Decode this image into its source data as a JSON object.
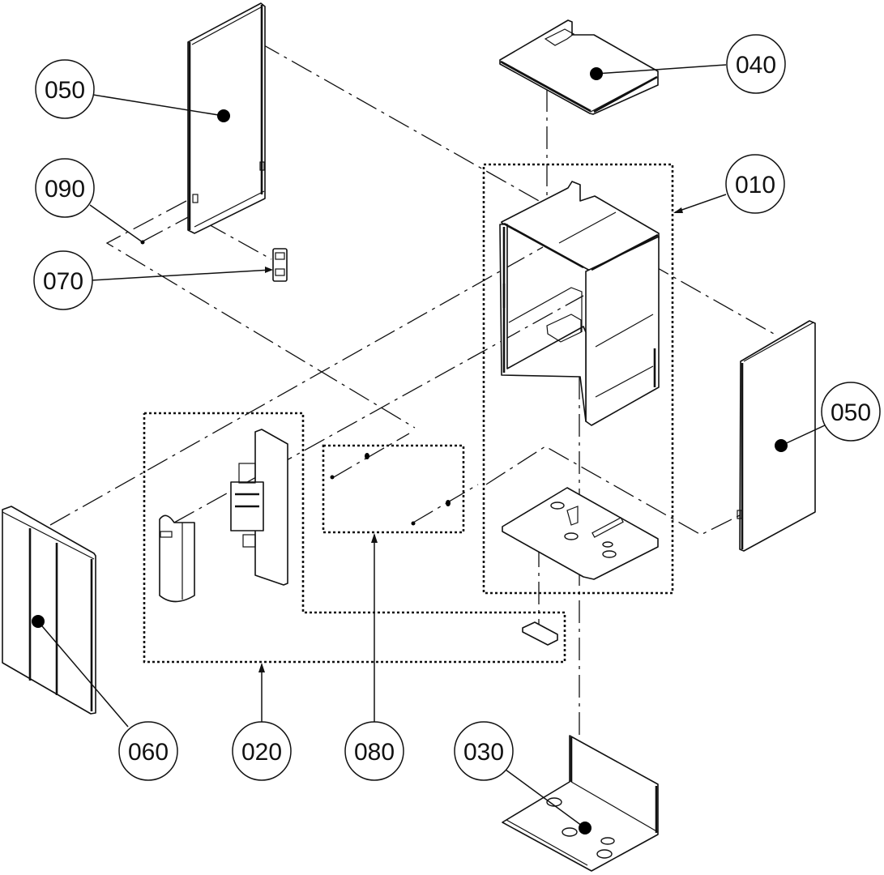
{
  "diagram": {
    "type": "exploded-parts-view",
    "callouts": [
      {
        "id": "c050a",
        "label": "050",
        "part": "side panel (left)"
      },
      {
        "id": "c090",
        "label": "090",
        "part": "screw"
      },
      {
        "id": "c070",
        "label": "070",
        "part": "clip"
      },
      {
        "id": "c040",
        "label": "040",
        "part": "top cover"
      },
      {
        "id": "c010",
        "label": "010",
        "part": "cabinet frame assembly"
      },
      {
        "id": "c050b",
        "label": "050",
        "part": "side panel (right)"
      },
      {
        "id": "c060",
        "label": "060",
        "part": "front panel"
      },
      {
        "id": "c020",
        "label": "020",
        "part": "control box assembly"
      },
      {
        "id": "c080",
        "label": "080",
        "part": "screw set"
      },
      {
        "id": "c030",
        "label": "030",
        "part": "base tray"
      }
    ],
    "colors": {
      "line": "#111111",
      "background": "#ffffff",
      "marker": "#000000"
    }
  }
}
